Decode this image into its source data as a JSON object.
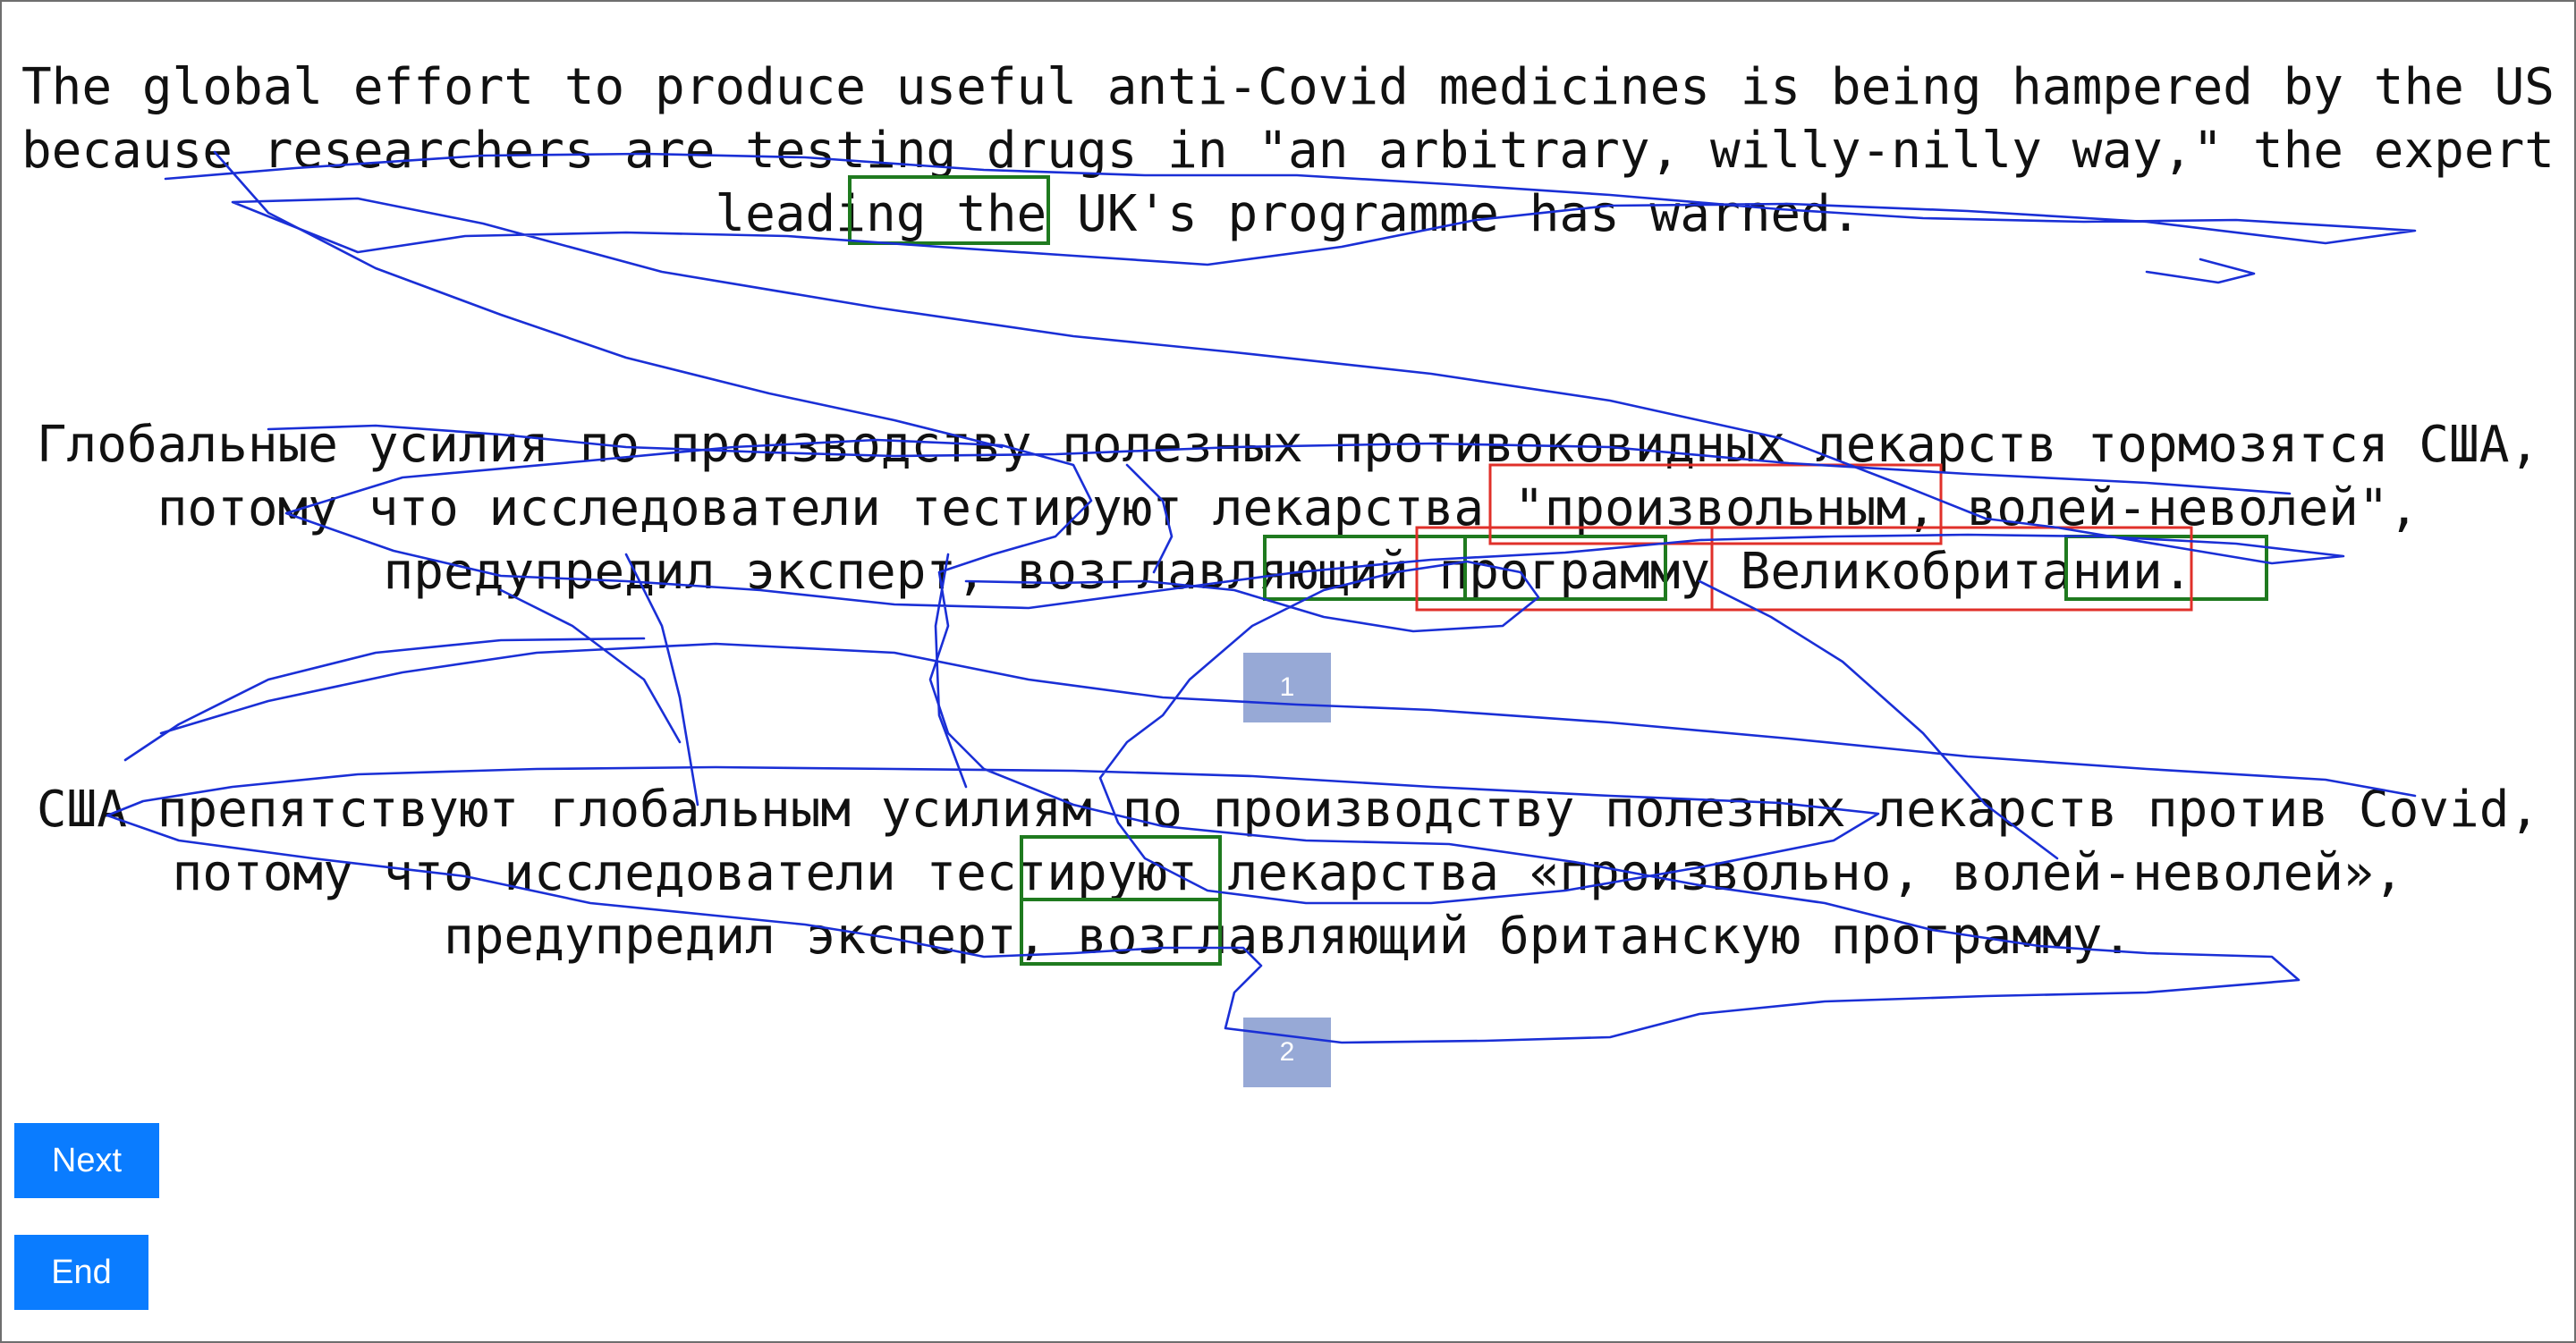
{
  "texts": {
    "source": "The global effort to produce useful anti-Covid medicines is being hampered by the US because researchers are testing drugs in \"an arbitrary, willy-nilly way,\" the expert leading the UK's programme has warned.",
    "hypothesis_1": "Глобальные усилия по производству полезных противоковидных лекарств тормозятся США, потому что исследователи тестируют лекарства \"произвольным, волей-неволей\", предупредил эксперт, возглавляющий программу Великобритании.",
    "hypothesis_2": "США препятствуют глобальным усилиям по производству полезных лекарств против Covid, потому что исследователи тестируют лекарства «произвольно, волей-неволей», предупредил эксперт, возглавляющий британскую программу."
  },
  "badges": {
    "first": "1",
    "second": "2"
  },
  "buttons": {
    "next": "Next",
    "end": "End"
  },
  "colors": {
    "text": "#111111",
    "badge": "#97a9d6",
    "button": "#0a7cff",
    "gaze_trace": "#1a2fd6",
    "good_span": "#1f7a1f",
    "bad_span": "#e0302a"
  }
}
